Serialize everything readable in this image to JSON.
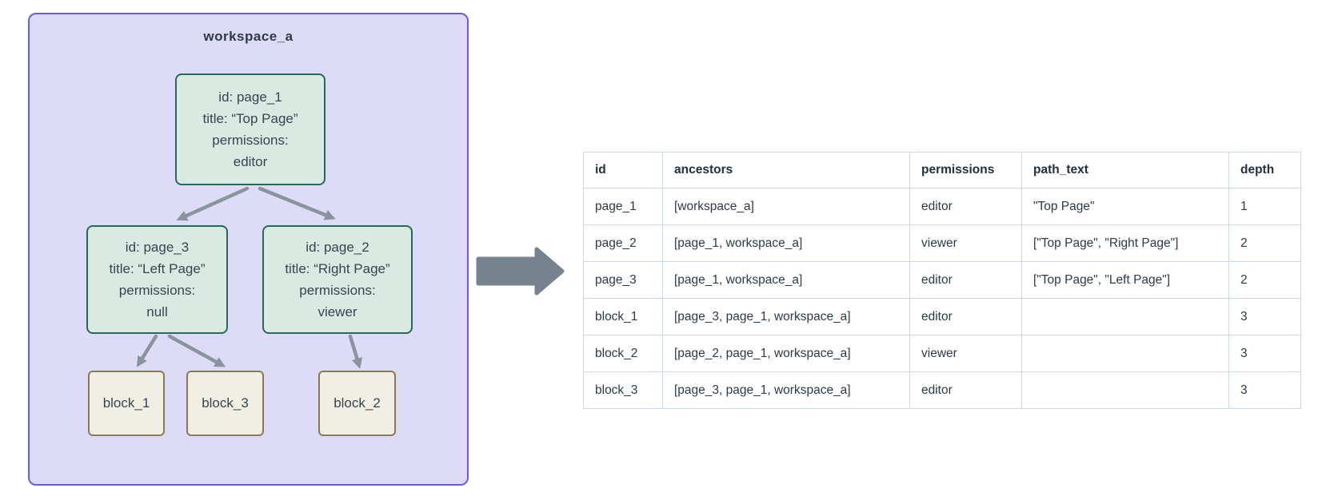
{
  "diagram": {
    "workspace_label": "workspace_a",
    "nodes": {
      "page_1": {
        "lines": [
          "id: page_1",
          "title: “Top Page”",
          "permissions:",
          "editor"
        ]
      },
      "page_3": {
        "lines": [
          "id: page_3",
          "title: “Left Page”",
          "permissions:",
          "null"
        ]
      },
      "page_2": {
        "lines": [
          "id: page_2",
          "title: “Right Page”",
          "permissions:",
          "viewer"
        ]
      },
      "block_1": {
        "label": "block_1"
      },
      "block_3": {
        "label": "block_3"
      },
      "block_2": {
        "label": "block_2"
      }
    },
    "edges": [
      {
        "from": "page_1",
        "to": "page_3"
      },
      {
        "from": "page_1",
        "to": "page_2"
      },
      {
        "from": "page_3",
        "to": "block_1"
      },
      {
        "from": "page_3",
        "to": "block_3"
      },
      {
        "from": "page_2",
        "to": "block_2"
      }
    ]
  },
  "table": {
    "columns": [
      "id",
      "ancestors",
      "permissions",
      "path_text",
      "depth"
    ],
    "rows": [
      [
        "page_1",
        "[workspace_a]",
        "editor",
        "\"Top Page\"",
        "1"
      ],
      [
        "page_2",
        "[page_1, workspace_a]",
        "viewer",
        "[\"Top Page\", \"Right Page\"]",
        "2"
      ],
      [
        "page_3",
        "[page_1, workspace_a]",
        "editor",
        "[\"Top Page\", \"Left Page\"]",
        "2"
      ],
      [
        "block_1",
        "[page_3, page_1, workspace_a]",
        "editor",
        "",
        "3"
      ],
      [
        "block_2",
        "[page_2, page_1, workspace_a]",
        "viewer",
        "",
        "3"
      ],
      [
        "block_3",
        "[page_3, page_1, workspace_a]",
        "editor",
        "",
        "3"
      ]
    ]
  },
  "colors": {
    "workspace_fill": "#dedbf9",
    "workspace_border": "#6a5be2",
    "page_node_fill": "#d8eae2",
    "page_node_border": "#256b58",
    "block_node_fill": "#f1eee3",
    "block_node_border": "#8a7b52",
    "edge_color": "#8a949c",
    "big_arrow_color": "#76828e",
    "table_border": "#ccd9e2",
    "diagram_text": "#36454f",
    "table_text": "#2c3a48"
  }
}
